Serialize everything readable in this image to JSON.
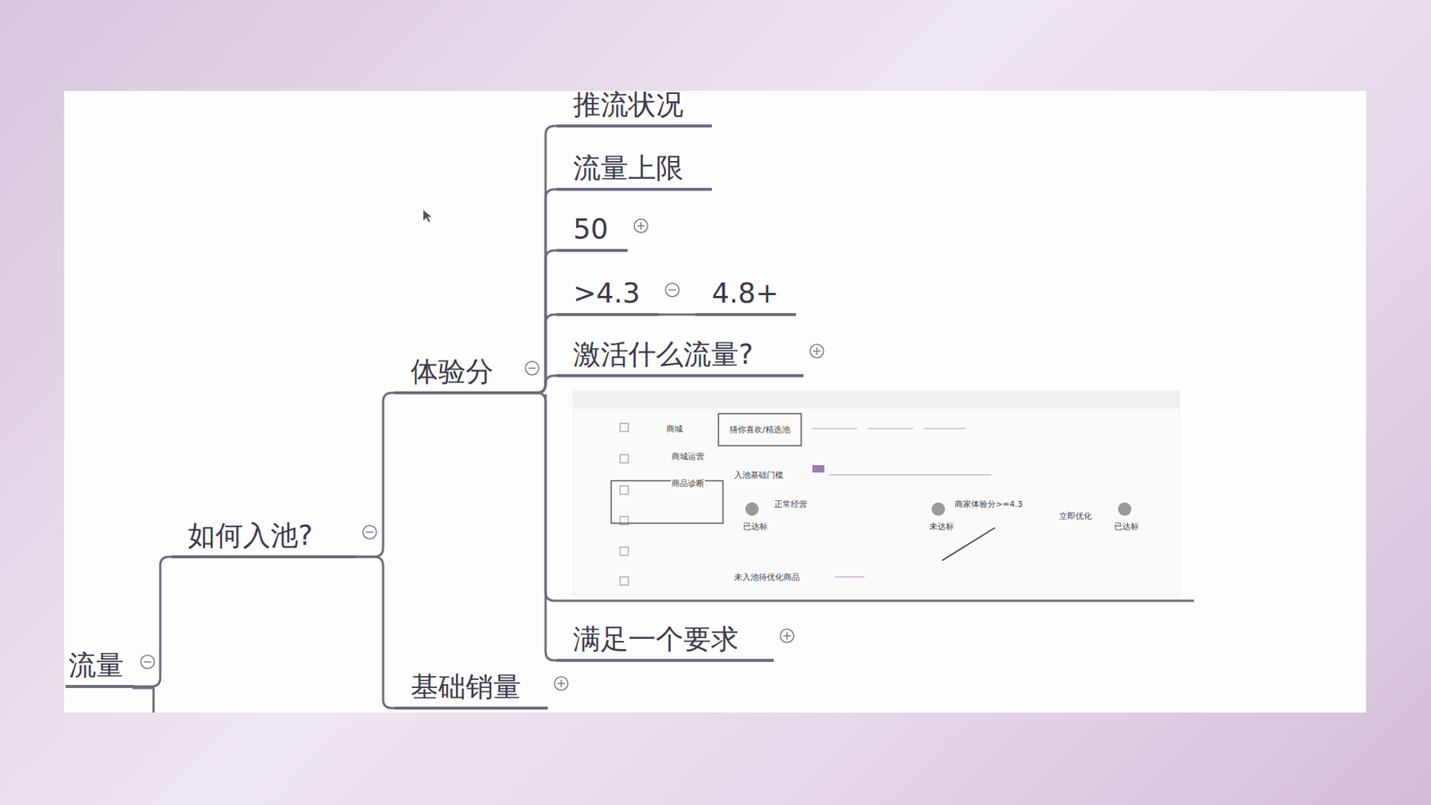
{
  "diagram": {
    "nodes": [
      {
        "text": [
          "流量"
        ]
      },
      {
        "text": [
          "如何入池?"
        ]
      },
      {
        "text": [
          "体验分"
        ]
      },
      {
        "text": [
          "推流状况"
        ]
      },
      {
        "text": [
          "流量上限"
        ]
      },
      {
        "text": [
          "50"
        ]
      },
      {
        "text": [
          ">4.3"
        ]
      },
      {
        "text": [
          "4.8+"
        ]
      },
      {
        "text": [
          "激活什么流量?"
        ]
      },
      {
        "text": [
          "满足一个要求"
        ]
      },
      {
        "text": [
          "基础销量"
        ]
      }
    ],
    "edges": [
      {
        "from": 0,
        "to": 1,
        "arrow": "none"
      },
      {
        "from": 1,
        "to": 2,
        "arrow": "none"
      },
      {
        "from": 1,
        "to": 10,
        "arrow": "none"
      },
      {
        "from": 2,
        "to": 3,
        "arrow": "none"
      },
      {
        "from": 2,
        "to": 4,
        "arrow": "none"
      },
      {
        "from": 2,
        "to": 5,
        "arrow": "none"
      },
      {
        "from": 2,
        "to": 6,
        "arrow": "none"
      },
      {
        "from": 6,
        "to": 7,
        "arrow": "none"
      },
      {
        "from": 2,
        "to": 8,
        "arrow": "none"
      },
      {
        "from": 2,
        "to": 9,
        "arrow": "none"
      }
    ],
    "labels": [
      "商城",
      "商城运营",
      "商品诊断",
      "猜你喜欢/精选池",
      "入池基础门槛",
      "正常经营",
      "已达标",
      "商家体验分>=4.3",
      "未达标",
      "立即优化",
      "已达标",
      "未入池待优化商品"
    ]
  }
}
